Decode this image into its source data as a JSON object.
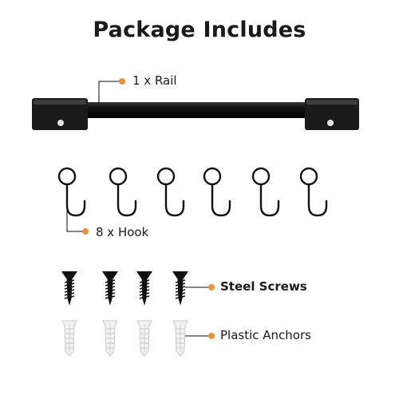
{
  "title": "Package Includes",
  "items": [
    {
      "label": "1 x Rail"
    },
    {
      "label": "8 x Hook"
    },
    {
      "label": "Steel  Screws"
    },
    {
      "label": "Plastic Anchors"
    }
  ],
  "colors": {
    "ink": "#111111",
    "accent": "#e8913a",
    "anchor_fill": "#f3f3f3",
    "anchor_stroke": "#c9c9c9"
  }
}
